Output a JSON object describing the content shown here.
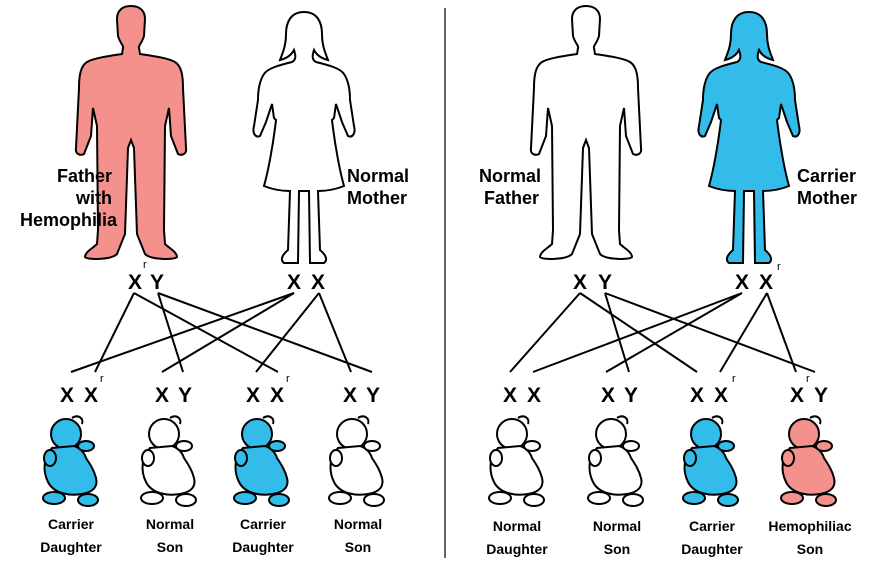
{
  "colors": {
    "affected": "#f4918d",
    "carrier": "#33bbea",
    "normal": "#ffffff",
    "outline": "#000000"
  },
  "icons": {
    "adult_male": "man-figure-icon",
    "adult_female": "woman-figure-icon",
    "baby": "baby-icon"
  },
  "chromosome": {
    "x": "X",
    "y": "Y",
    "mutant_mark": "r"
  },
  "panels": [
    {
      "father": {
        "label_lines": [
          "Father",
          "with",
          "Hemophilia"
        ],
        "status": "affected"
      },
      "mother": {
        "label_lines": [
          "Normal",
          "Mother"
        ],
        "status": "normal"
      },
      "children": [
        {
          "label_lines": [
            "Carrier",
            "Daughter"
          ],
          "status": "carrier"
        },
        {
          "label_lines": [
            "Normal",
            "Son"
          ],
          "status": "normal"
        },
        {
          "label_lines": [
            "Carrier",
            "Daughter"
          ],
          "status": "carrier"
        },
        {
          "label_lines": [
            "Normal",
            "Son"
          ],
          "status": "normal"
        }
      ]
    },
    {
      "father": {
        "label_lines": [
          "Normal",
          "Father"
        ],
        "status": "normal"
      },
      "mother": {
        "label_lines": [
          "Carrier",
          "Mother"
        ],
        "status": "carrier"
      },
      "children": [
        {
          "label_lines": [
            "Normal",
            "Daughter"
          ],
          "status": "normal"
        },
        {
          "label_lines": [
            "Normal",
            "Son"
          ],
          "status": "normal"
        },
        {
          "label_lines": [
            "Carrier",
            "Daughter"
          ],
          "status": "carrier"
        },
        {
          "label_lines": [
            "Hemophiliac",
            "Son"
          ],
          "status": "affected"
        }
      ]
    }
  ]
}
